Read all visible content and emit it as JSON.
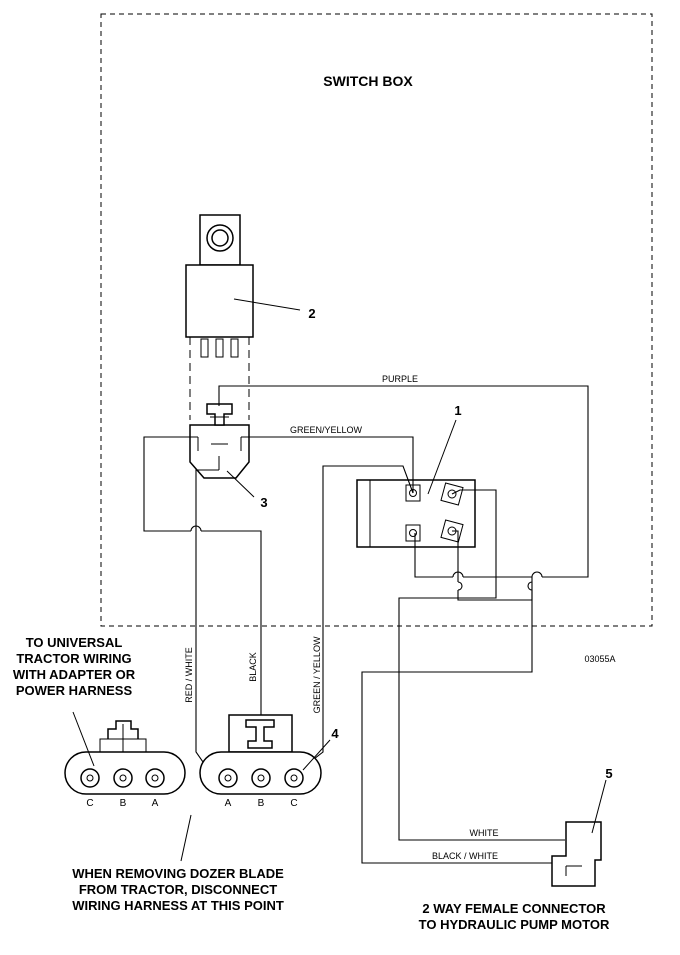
{
  "switch_box_label": "SWITCH BOX",
  "figure_code": "03055A",
  "callouts": {
    "c1": "1",
    "c2": "2",
    "c3": "3",
    "c4": "4",
    "c5": "5"
  },
  "wires": {
    "purple": "PURPLE",
    "green_yellow": "GREEN/YELLOW",
    "red_white": "RED / WHITE",
    "black": "BLACK",
    "green_yellow_vertical": "GREEN / YELLOW",
    "white": "WHITE",
    "black_white": "BLACK / WHITE"
  },
  "connector_left_pins": [
    "C",
    "B",
    "A"
  ],
  "connector_right_pins": [
    "A",
    "B",
    "C"
  ],
  "note_tractor": [
    "TO UNIVERSAL",
    "TRACTOR WIRING",
    "WITH ADAPTER OR",
    "POWER HARNESS"
  ],
  "note_dozer": [
    "WHEN REMOVING DOZER BLADE",
    "FROM TRACTOR, DISCONNECT",
    "WIRING HARNESS AT THIS POINT"
  ],
  "note_pump": [
    "2 WAY FEMALE CONNECTOR",
    "TO HYDRAULIC PUMP MOTOR"
  ]
}
